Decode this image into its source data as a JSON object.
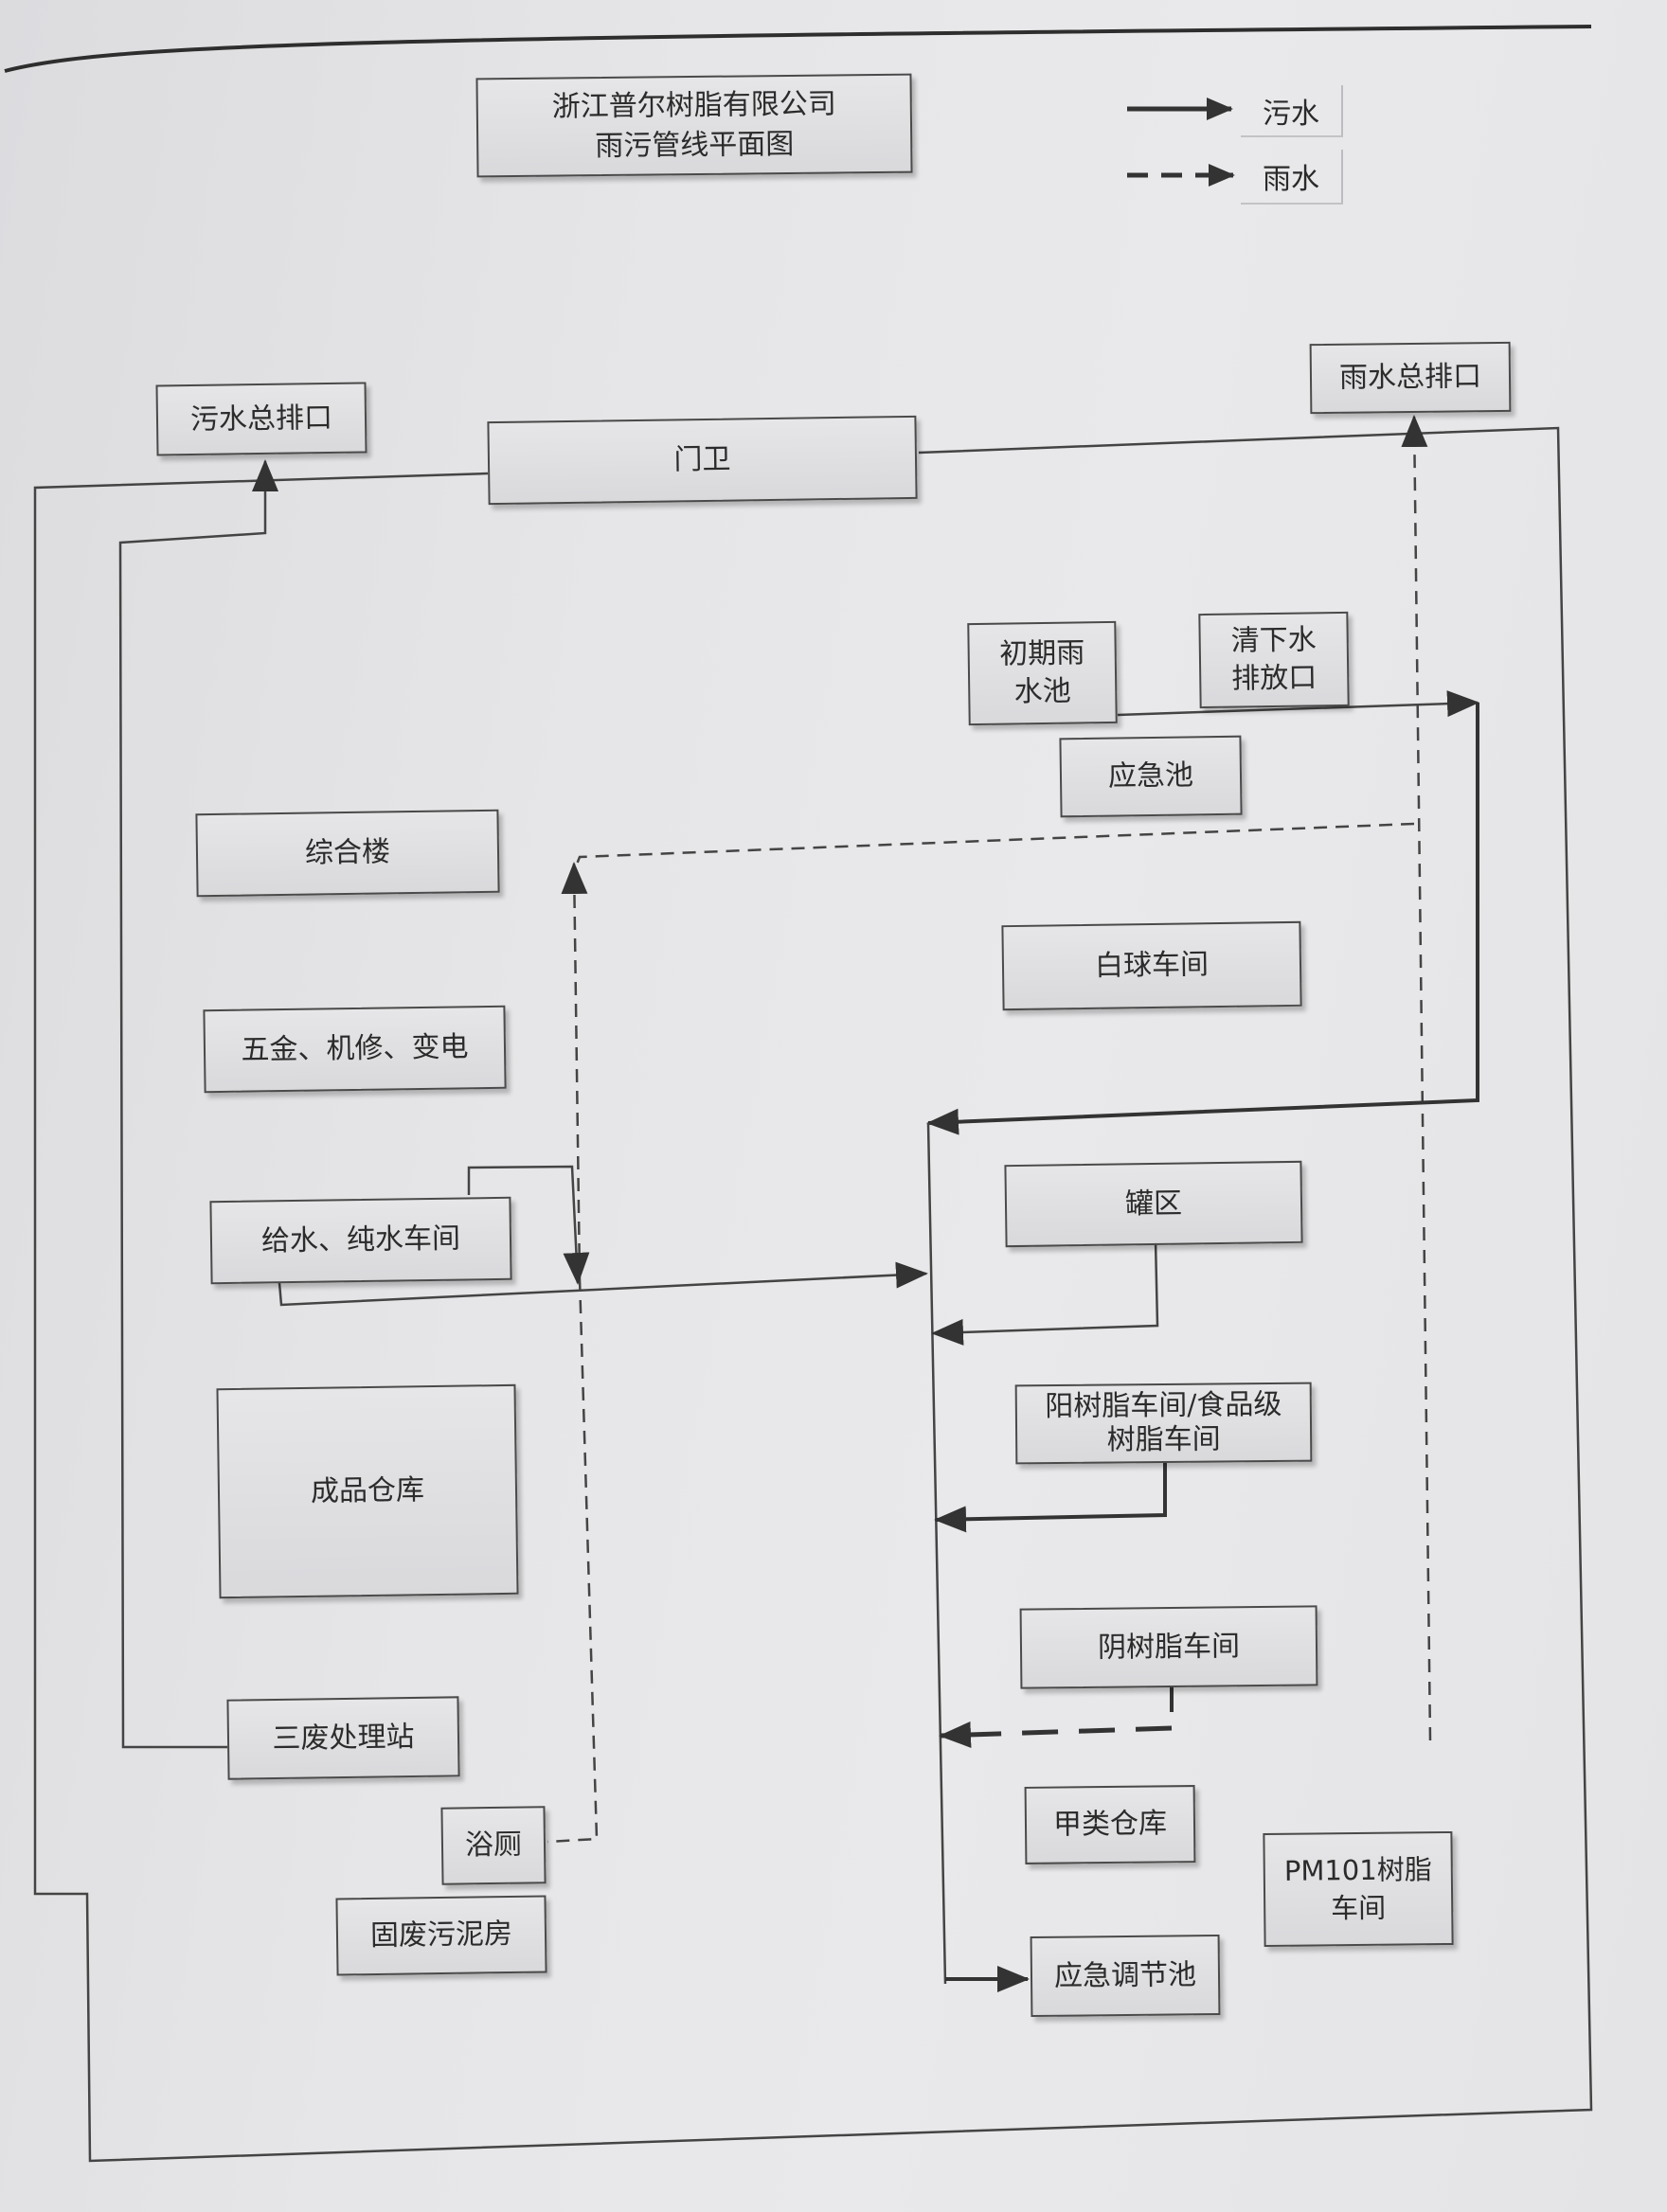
{
  "title": {
    "line1": "浙江普尔树脂有限公司",
    "line2": "雨污管线平面图"
  },
  "legend": [
    {
      "key": "sewage",
      "label": "污水",
      "line_style": "solid"
    },
    {
      "key": "rainwater",
      "label": "雨水",
      "line_style": "dashed"
    }
  ],
  "nodes": {
    "sewage_outlet": "污水总排口",
    "rain_outlet": "雨水总排口",
    "gate": "门卫",
    "initial_rain_pool": "初期雨\n水池",
    "clean_water_outlet": "清下水\n排放口",
    "emergency_pool": "应急池",
    "office_building": "综合楼",
    "hardware_repair_power": "五金、机修、变电",
    "water_supply_workshop": "给水、纯水车间",
    "finished_goods_warehouse": "成品仓库",
    "waste_treatment_station": "三废处理站",
    "restroom": "浴厕",
    "solid_waste_sludge_room": "固废污泥房",
    "white_ball_workshop": "白球车间",
    "tank_area": "罐区",
    "cation_resin_workshop": "阳树脂车间/食品级\n树脂车间",
    "anion_resin_workshop": "阴树脂车间",
    "class_a_warehouse": "甲类仓库",
    "pm101_resin_workshop": "PM101树脂\n车间",
    "emergency_regulating_pool": "应急调节池"
  },
  "colors": {
    "line": "#3a3a3a",
    "box_fill": "#dfdfe2",
    "paper": "#e6e6e8"
  }
}
